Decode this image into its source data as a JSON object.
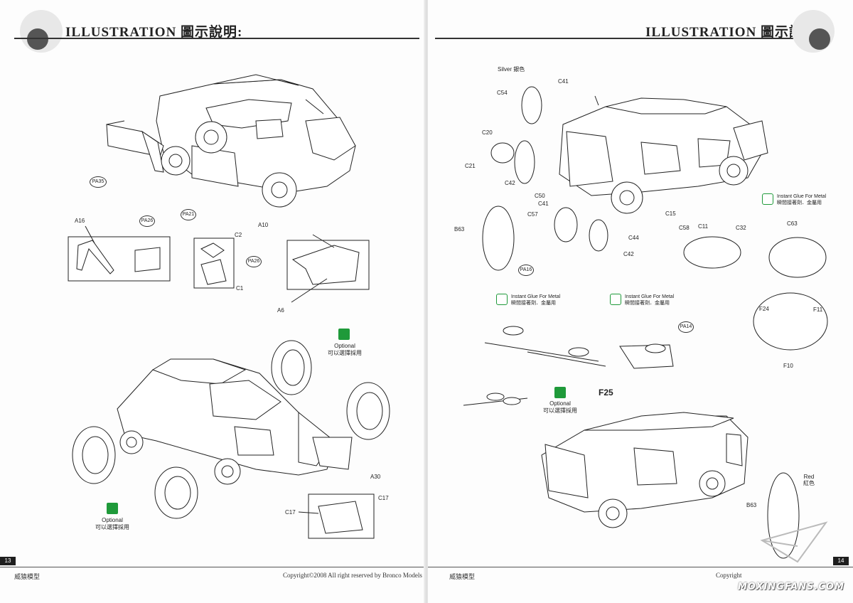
{
  "header": {
    "title": "ILLUSTRATION 圖示說明:"
  },
  "left_page": {
    "page_number": "13",
    "footer_brand": "威猿模型",
    "footer_copyright": "Copyright©2008  All right reserved by Bronco Models",
    "labels": {
      "pa35": "PA35",
      "a16": "A16",
      "pa26a": "PA26",
      "pa21": "PA21",
      "c2": "C2",
      "pa26b": "PA26",
      "c1": "C1",
      "a10": "A10",
      "a6": "A6",
      "a30": "A30",
      "c17a": "C17",
      "c17b": "C17"
    },
    "optional_label_en": "Optional",
    "optional_label_zh": "可以選擇採用"
  },
  "right_page": {
    "page_number": "14",
    "footer_brand": "威猿模型",
    "footer_copyright": "Copyright",
    "labels": {
      "silver": "Silver 銀色",
      "c41a": "C41",
      "c54": "C54",
      "c20": "C20",
      "c21": "C21",
      "c42a": "C42",
      "c50": "C50",
      "c15": "C15",
      "c41b": "C41",
      "c57": "C57",
      "b63a": "B63",
      "pa16": "PA16",
      "c44": "C44",
      "c42b": "C42",
      "c58": "C58",
      "c11": "C11",
      "c32": "C32",
      "c63": "C63",
      "f24": "F24",
      "f11": "F11",
      "f10": "F10",
      "pa14": "PA14",
      "f25": "F25",
      "red_en": "Red",
      "red_zh": "紅色",
      "b63b": "B63"
    },
    "glue_en": "Instant Glue For Metal",
    "glue_zh": "瞬間接著劑．金屬用",
    "optional_label_en": "Optional",
    "optional_label_zh": "可以選擇採用",
    "watermark": "MOXINGFANS.COM"
  },
  "colors": {
    "ink": "#222222",
    "optional_green": "#1f9a3a",
    "header_circle": "#555555"
  }
}
